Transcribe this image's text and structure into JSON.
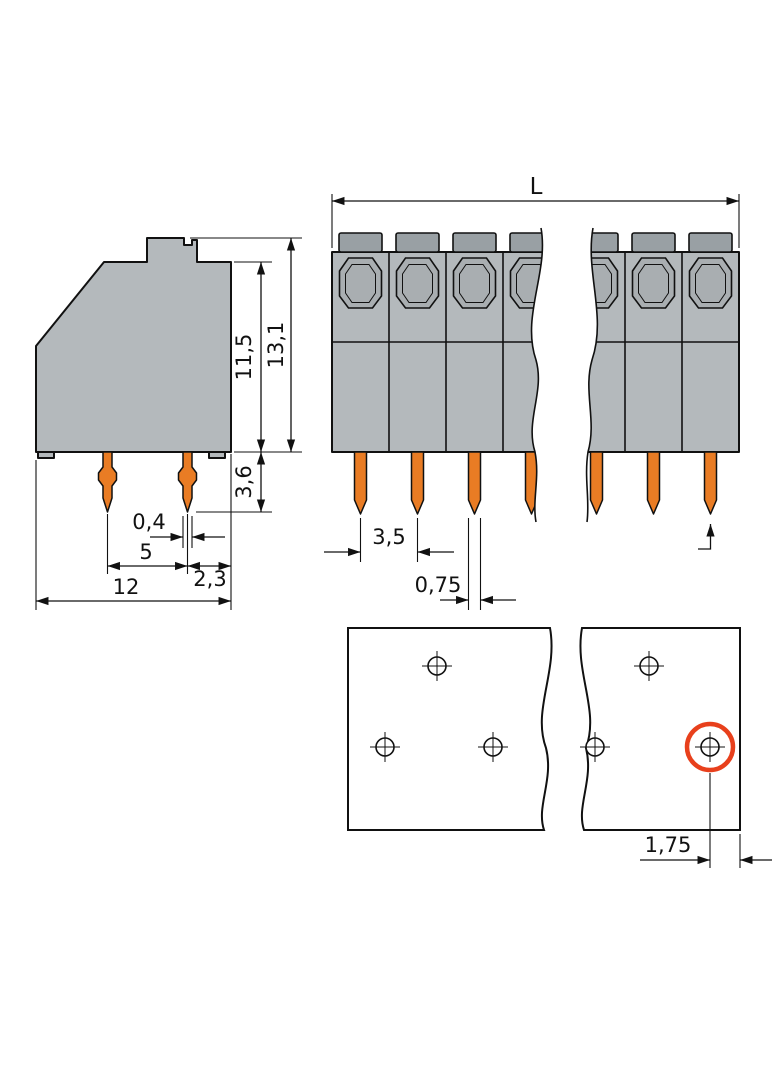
{
  "colors": {
    "body_gray": "#b4b9bc",
    "cap_gray": "#99a0a4",
    "recess_gray": "#a9aeb1",
    "pin_orange": "#e97c24",
    "highlight_red": "#e8401c",
    "line": "#111111"
  },
  "side_view": {
    "dim_height_body": "11,5",
    "dim_height_total": "13,1",
    "dim_pin_length": "3,6",
    "dim_pin_width": "0,4",
    "dim_pin_pitch": "5",
    "dim_pin_to_edge": "2,3",
    "dim_depth": "12"
  },
  "front_view": {
    "dim_length": "L",
    "dim_pole_pitch": "3,5",
    "dim_pin_width": "0,75"
  },
  "drill_plan": {
    "dim_hole_to_edge": "1,75"
  }
}
